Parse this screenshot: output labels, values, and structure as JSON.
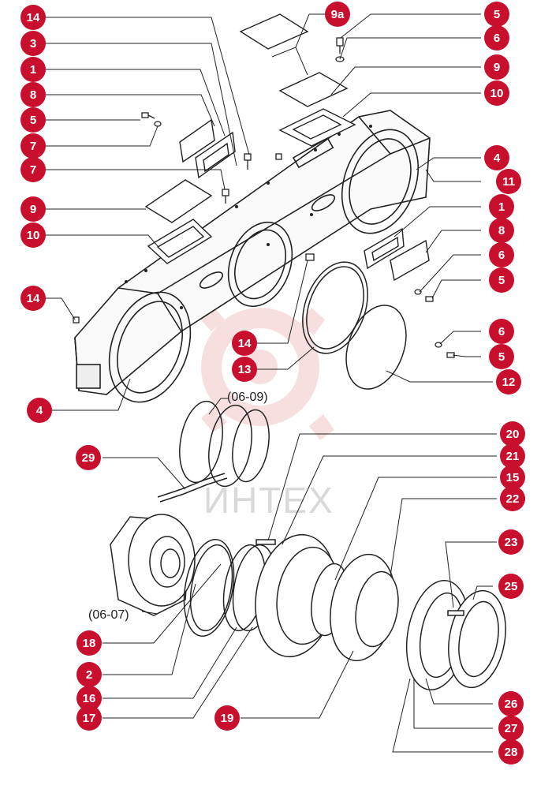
{
  "diagram": {
    "colors": {
      "badge": "#c8102e",
      "badge_text": "#ffffff",
      "line": "#222222",
      "watermark": "#f3c6c6"
    },
    "watermark_text": "ИНТЕХ",
    "references": {
      "ref_06_09": "(06-09)",
      "ref_06_07": "(06-07)"
    },
    "callouts": {
      "c14a": "14",
      "c3": "3",
      "c1a": "1",
      "c8a": "8",
      "c5a": "5",
      "c7a": "7",
      "c7b": "7",
      "c9a": "9",
      "c10a": "10",
      "c14b": "14",
      "c4a": "4",
      "c9a_top": "9a",
      "c5b": "5",
      "c6a": "6",
      "c9b": "9",
      "c10b": "10",
      "c4b": "4",
      "c11": "11",
      "c1b": "1",
      "c8b": "8",
      "c6b": "6",
      "c5c": "5",
      "c14c": "14",
      "c13": "13",
      "c6c": "6",
      "c5d": "5",
      "c12": "12",
      "c29": "29",
      "c20": "20",
      "c21": "21",
      "c15": "15",
      "c22": "22",
      "c23": "23",
      "c25": "25",
      "c18": "18",
      "c2": "2",
      "c16": "16",
      "c17": "17",
      "c19": "19",
      "c26": "26",
      "c27": "27",
      "c28": "28"
    }
  }
}
